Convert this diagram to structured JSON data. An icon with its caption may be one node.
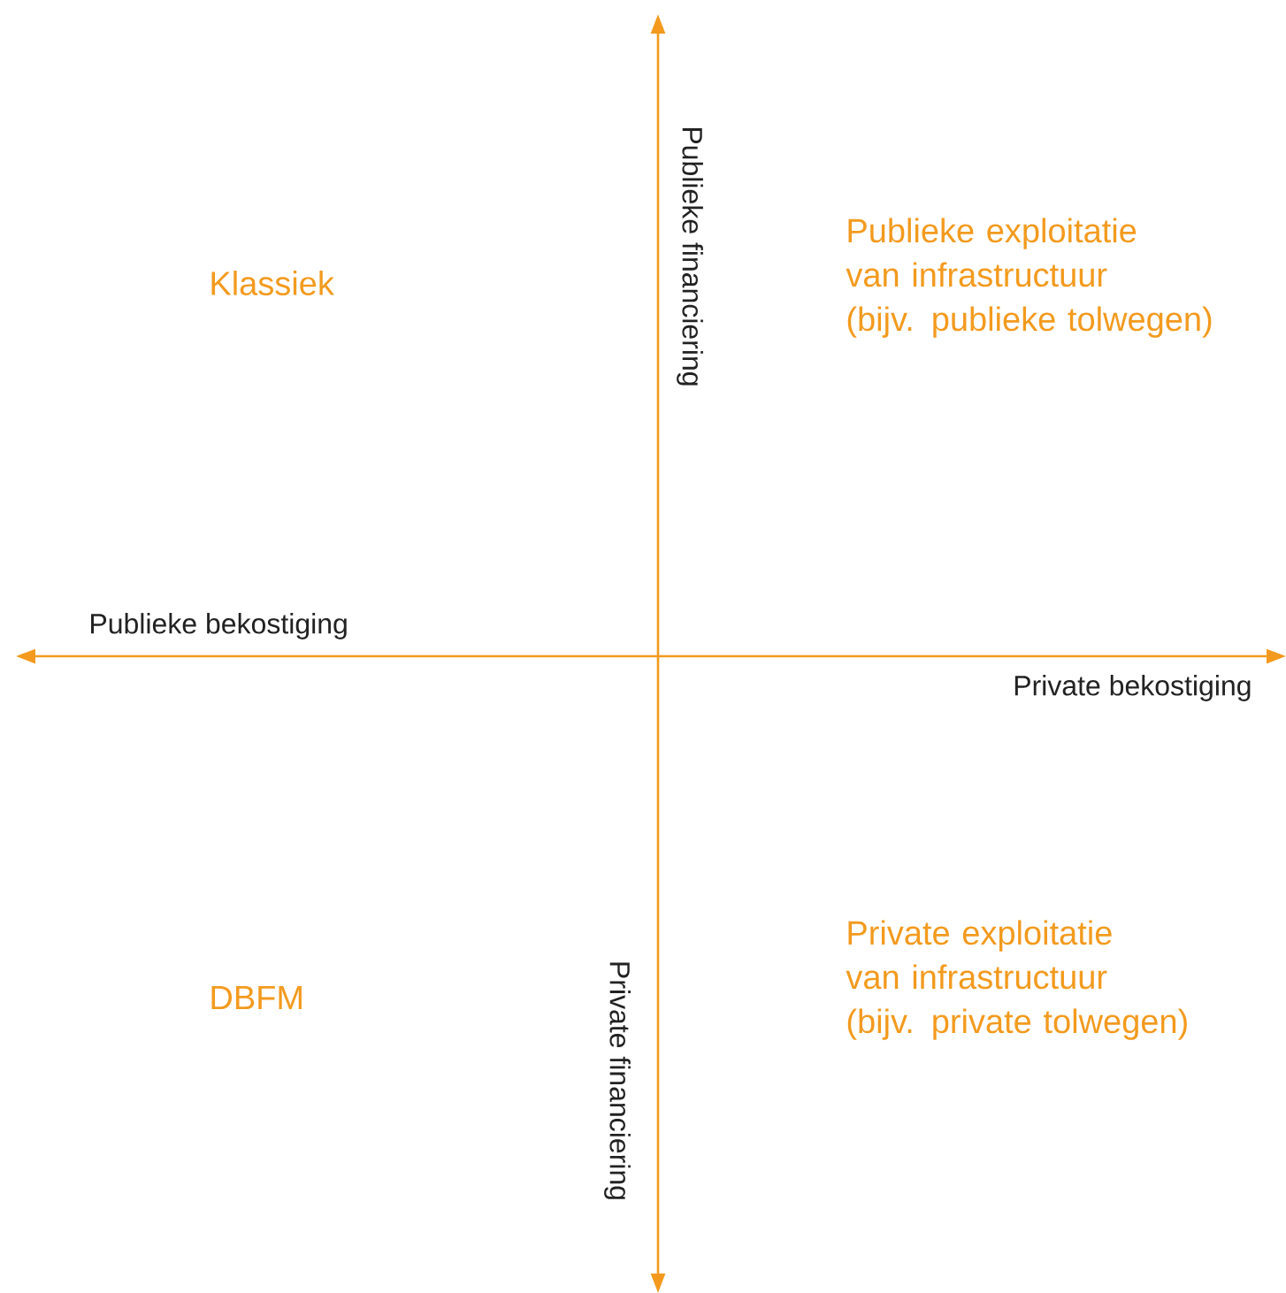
{
  "diagram": {
    "labels": [
      "Publieke financiering",
      "Publieke exploitatie van infrastructuur (bijv. publieke tolwegen)",
      "Klassiek",
      "Publieke bekostiging",
      "Private bekostiging",
      "Private exploitatie van infrastructuur (bijv. private tolwegen)",
      "Private financiering",
      "DBFM"
    ]
  }
}
